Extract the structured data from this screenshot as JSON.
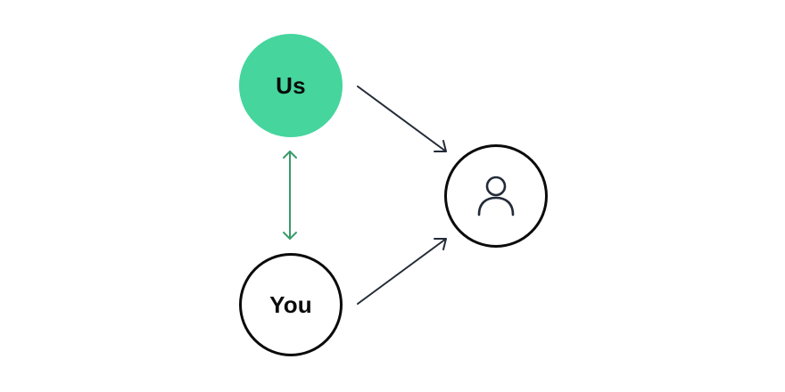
{
  "diagram": {
    "nodes": {
      "us": {
        "label": "Us",
        "fill": "#45d59d"
      },
      "you": {
        "label": "You"
      },
      "person": {
        "icon": "person-icon"
      }
    },
    "colors": {
      "arrow": "#232b38",
      "bidirectional": "#3a9a6b",
      "outline": "#0b0b0b"
    },
    "edges": [
      {
        "from": "us",
        "to": "person",
        "direction": "one-way"
      },
      {
        "from": "you",
        "to": "person",
        "direction": "one-way"
      },
      {
        "from": "us",
        "to": "you",
        "direction": "two-way"
      }
    ]
  }
}
